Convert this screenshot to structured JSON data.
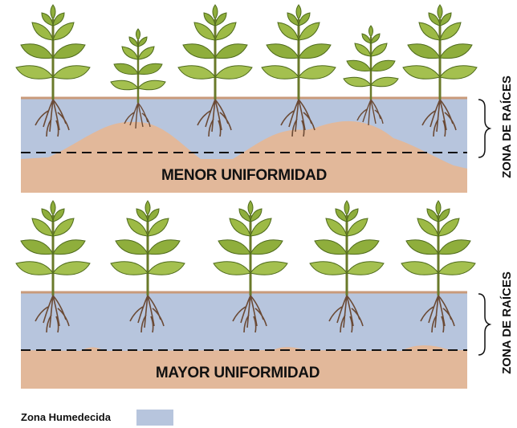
{
  "panels": [
    {
      "id": "top",
      "title": "MENOR UNIFORMIDAD",
      "side_label": "ZONA DE RAÍCES"
    },
    {
      "id": "bottom",
      "title": "MAYOR UNIFORMIDAD",
      "side_label": "ZONA DE RAÍCES"
    }
  ],
  "legend": {
    "label": "Zona Humedecida",
    "swatch_color": "#b7c5dd"
  },
  "colors": {
    "wet_zone": "#b7c5dd",
    "dry_soil": "#e2b89a",
    "soil_surface": "#c99a7a",
    "leaf": "#8fae3c",
    "leaf_dark": "#4f6b1c",
    "stem": "#6a7a2a",
    "root": "#6b4a35"
  }
}
